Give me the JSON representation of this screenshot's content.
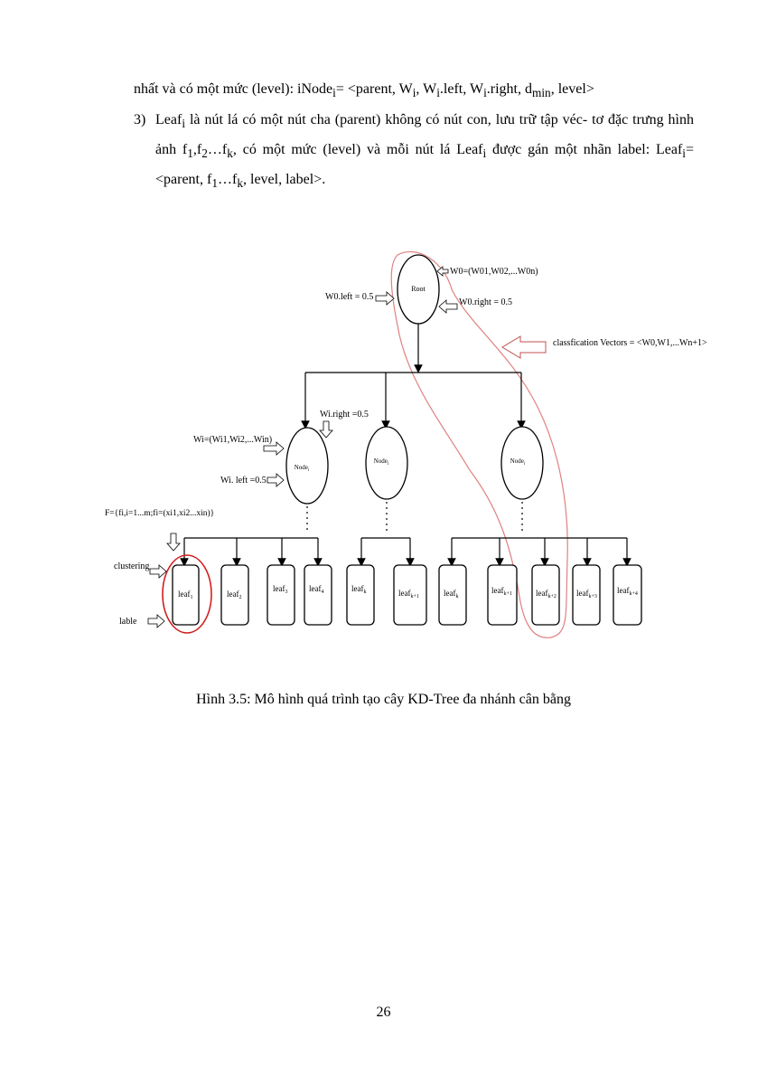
{
  "paragraph_1": {
    "pre": "nhất và có một mức (level): iNode",
    "sub_i1": "i",
    "mid1": "= <parent, W",
    "sub_i2": "i",
    "mid2": ", W",
    "sub_i3": "i",
    "mid3": ".left, W",
    "sub_i4": "i",
    "mid4": ".right, d",
    "sub_min": "min",
    "end": ", level>"
  },
  "item3": {
    "number": "3)",
    "a": "Leaf",
    "sub_i1": "i",
    "b": " là nút lá có một nút cha (parent) không có nút con, lưu trữ tập véc- tơ đặc trưng hình ảnh f",
    "sub_1": "1",
    "c": ",f",
    "sub_2": "2",
    "d": "…f",
    "sub_k": "k",
    "e": ", có một mức (level) và mỗi nút lá Leaf",
    "sub_i2": "i",
    "f": " được gán một nhãn label: Leaf",
    "sub_i3": "i",
    "g": "= <parent, f",
    "sub_1b": "1",
    "h": "…f",
    "sub_kb": "k",
    "i": ", level, label>."
  },
  "figure": {
    "root_label": "Root",
    "w0_label": "W0=(W01,W02,...W0n)",
    "w0_left": "W0.left = 0.5",
    "w0_right": "W0.right = 0.5",
    "classification": "classfication Vectors = <W0,W1,...Wn+1>",
    "wi_right": "Wi.right =0.5",
    "wi_label": "Wi=(Wi1,Wi2,...Win)",
    "wi_left": "Wi. left =0.5",
    "node1": "Node",
    "node2": "Node",
    "node3": "Node",
    "node_sub": "i",
    "f_label": "F={fi,i=1...m;fi=(xi1,xi2...xin)}",
    "clustering": "clustering",
    "lable": "lable",
    "leaves": [
      "leaf1",
      "leaf2",
      "leaf3",
      "leaf4",
      "leafk",
      "leafk+1",
      "leafk",
      "leafk+1",
      "leafk+2",
      "leafk+3",
      "leafk+4"
    ]
  },
  "caption": "Hình 3.5: Mô hình quá trình tạo cây KD-Tree đa nhánh cân bằng",
  "page_number": "26"
}
